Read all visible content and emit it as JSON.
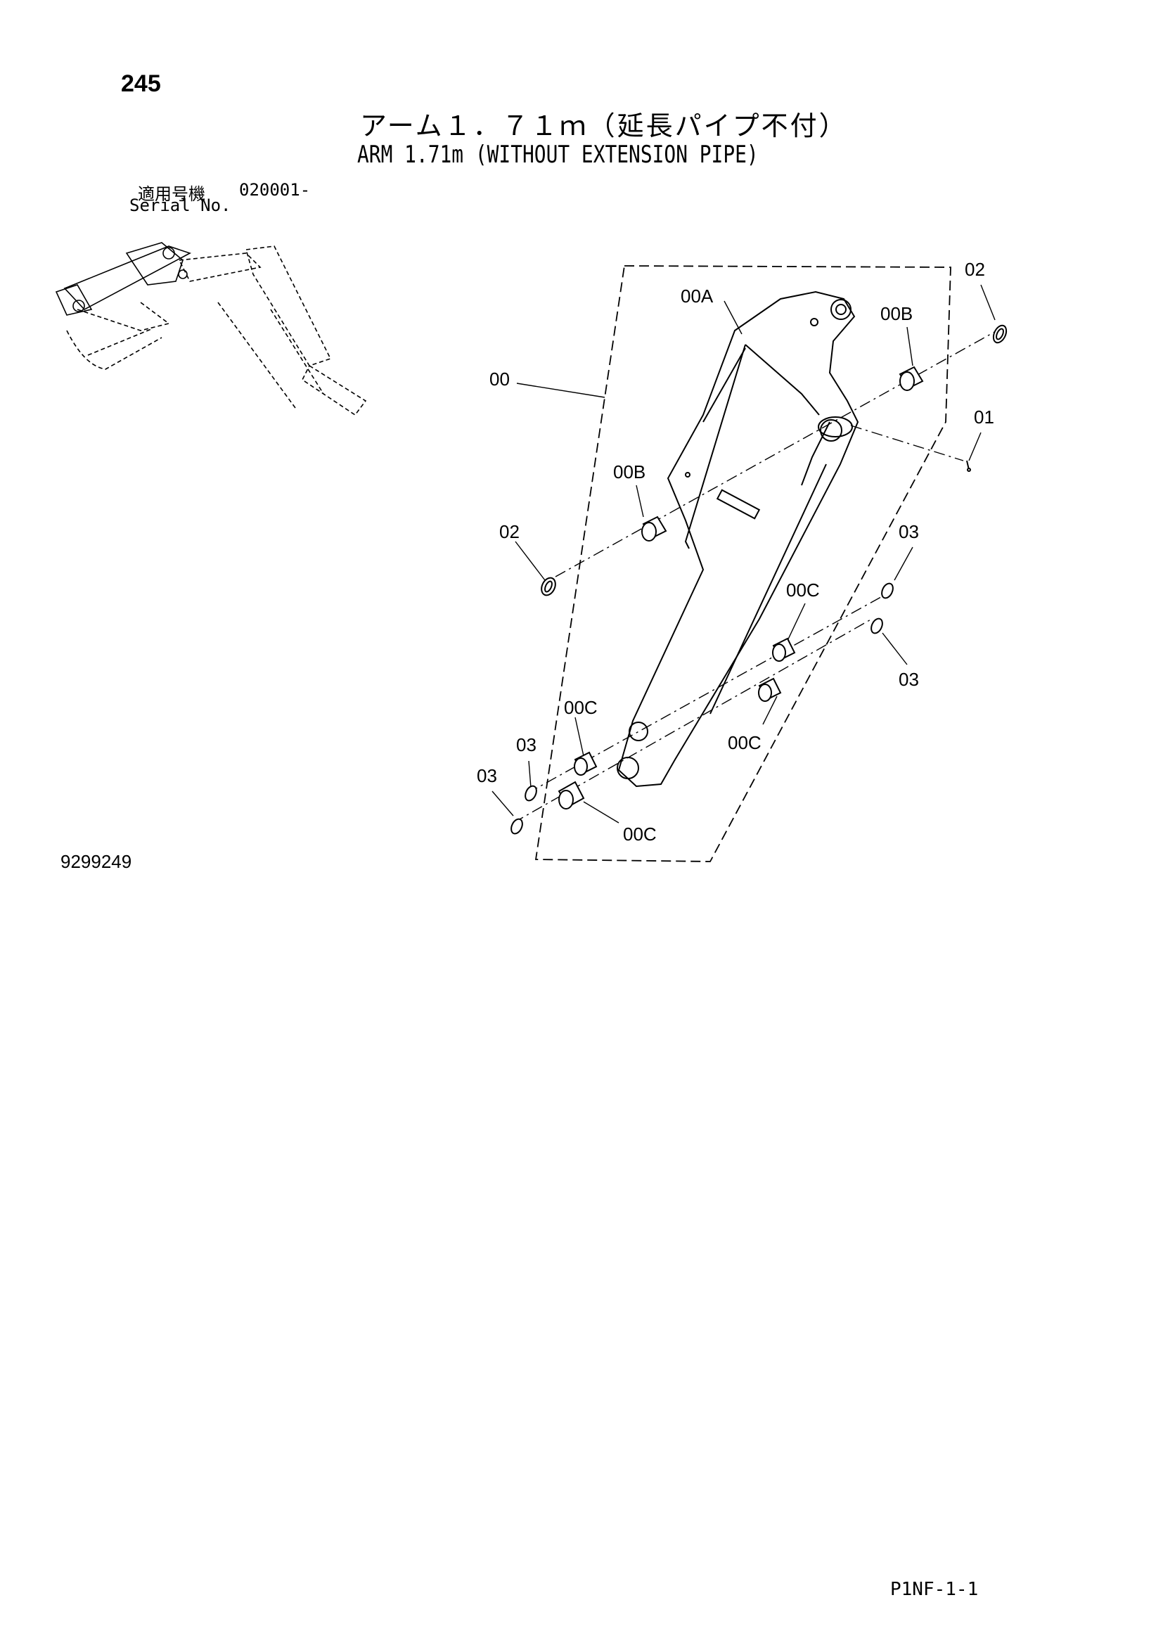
{
  "page_number": "245",
  "title_jp": "アーム１．７１ｍ（延長パイプ不付）",
  "title_en": "ARM 1.71m (WITHOUT EXTENSION PIPE)",
  "serial": {
    "label_jp": "適用号機",
    "label_en": "Serial No.",
    "value": "020001-"
  },
  "callouts": [
    "02",
    "00A",
    "00B",
    "01",
    "00",
    "00B",
    "02",
    "03",
    "00C",
    "03",
    "00C",
    "00C",
    "03",
    "03",
    "00C"
  ],
  "doc_number": "9299249",
  "ref_code": "P1NF-1-1"
}
